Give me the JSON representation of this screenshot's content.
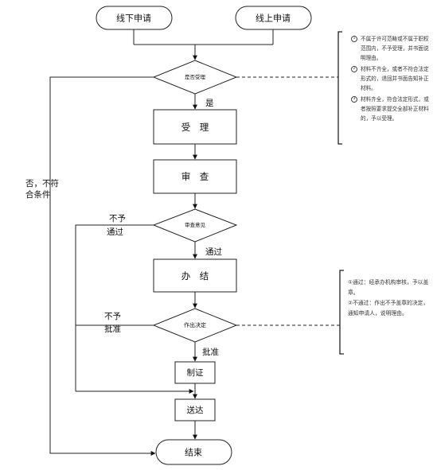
{
  "nodes": {
    "offline": "线下申请",
    "online": "线上申请",
    "accept_q": "是否受理",
    "accept": "受　理",
    "review": "审　查",
    "review_opinion": "审查意见",
    "handle": "办　结",
    "decision": "作出决定",
    "certify": "制证",
    "deliver": "送达",
    "end": "结束"
  },
  "edges": {
    "yes": "是",
    "no_cond_1": "否，不符",
    "no_cond_2": "合条件",
    "reject1_1": "不予",
    "reject1_2": "通过",
    "pass": "通过",
    "reject2_1": "不予",
    "reject2_2": "批准",
    "approve": "批准"
  },
  "note1": [
    {
      "mark": "1",
      "text": "不属于许可范畴或不属于职权范围内，不予受理，并书面说明理由。"
    },
    {
      "mark": "2",
      "text": "材料不齐全，或者不符合法定形式的，退回并书面告知补正材料。"
    },
    {
      "mark": "3",
      "text": "材料齐全，符合法定形式，或者按照要求提交全部补正材料的，予以受理。"
    }
  ],
  "note2": [
    "①通过：经承办机构审核，予以盖章。",
    "②不通过：作出不予盖章的决定，通知申请人，说明理由。"
  ]
}
